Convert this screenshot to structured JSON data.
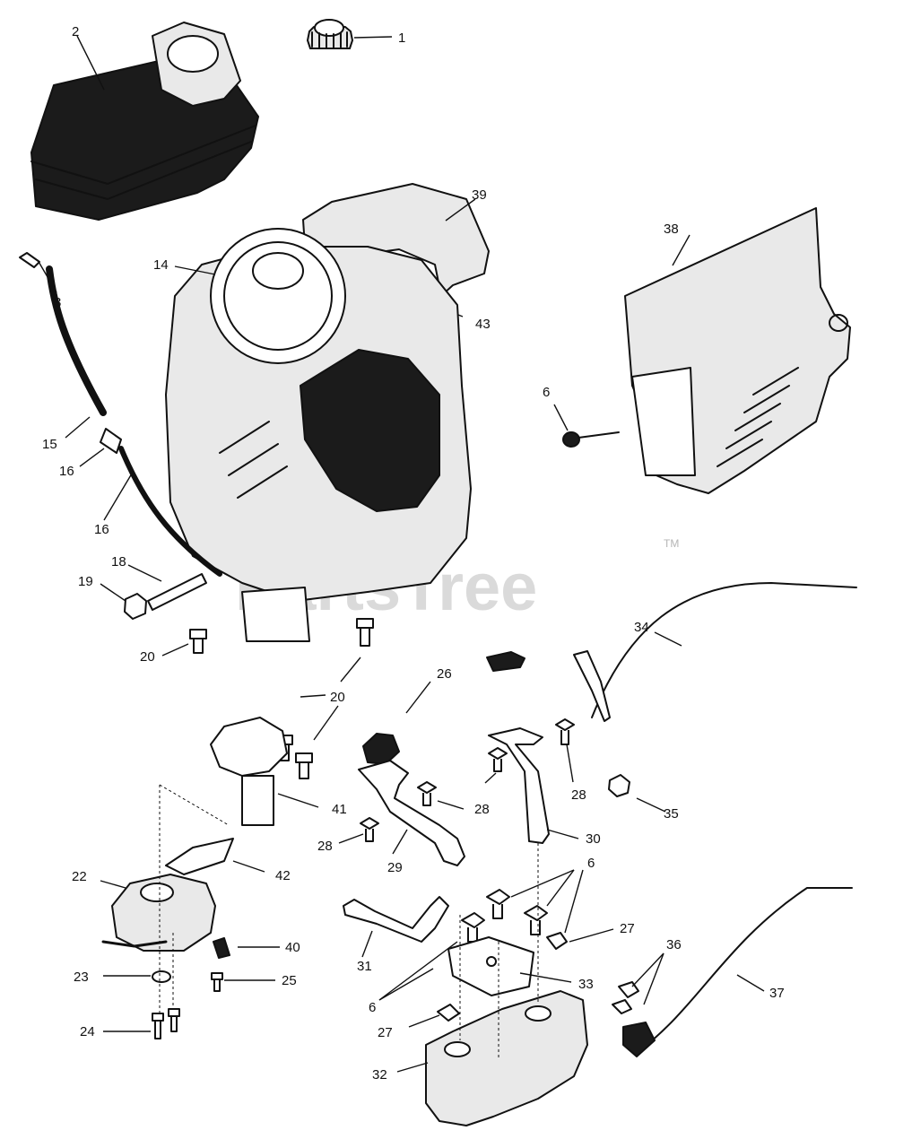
{
  "watermark": {
    "text": "PartsTree",
    "trademark": "TM"
  },
  "callouts": {
    "c1": "1",
    "c2": "2",
    "c3": "3",
    "c6a": "6",
    "c6b": "6",
    "c6c": "6",
    "c14": "14",
    "c15": "15",
    "c16a": "16",
    "c16b": "16",
    "c18": "18",
    "c19": "19",
    "c20a": "20",
    "c20b": "20",
    "c22": "22",
    "c23": "23",
    "c24": "24",
    "c25": "25",
    "c26": "26",
    "c27a": "27",
    "c27b": "27",
    "c28a": "28",
    "c28b": "28",
    "c28c": "28",
    "c29": "29",
    "c30": "30",
    "c31": "31",
    "c32": "32",
    "c33": "33",
    "c34": "34",
    "c35": "35",
    "c36": "36",
    "c37": "37",
    "c38": "38",
    "c39": "39",
    "c40": "40",
    "c41": "41",
    "c42": "42",
    "c43": "43"
  }
}
